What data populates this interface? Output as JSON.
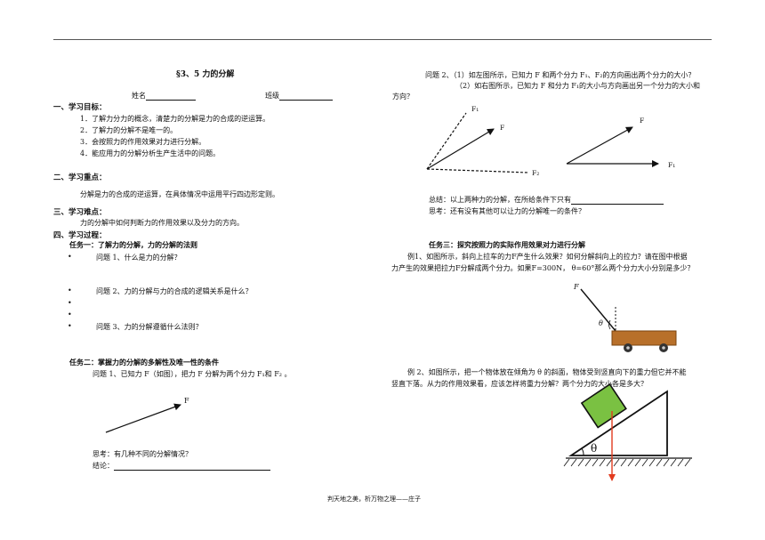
{
  "title": "§3、5 力的分解",
  "fields": {
    "name_label": "姓名",
    "class_label": "班级"
  },
  "left": {
    "s1_title": "一、学习目标：",
    "s1_items": [
      "1．了解力分力的概念，清楚力的分解是力的合成的逆运算。",
      "2．了解力的分解不是唯一的。",
      "3．会按照力的作用效果对力进行分解。",
      "4．能应用力的分解分析生产生活中的问题。"
    ],
    "s2_title": "二、学习重点：",
    "s2_text": "分解是力的合成的逆运算，在具体情况中运用平行四边形定则。",
    "s3_title": "三、学习难点：",
    "s3_text": "力的分解中如何判断力的作用效果以及分力的方向。",
    "s4_title": "四、学习过程：",
    "task1_title": "任务一：了解力的分解，力的分解的法则",
    "task1_q1": "问题 1、什么是力的分解？",
    "task1_q2": "问题 2、力的分解与力的合成的逻辑关系是什么？",
    "task1_q3": "问题 3、力的分解遵循什么法则？",
    "bullet": "•",
    "task2_title": "任务二：掌握力的分解的多解性及唯一性的条件",
    "task2_q1": "问题 1、已知力 F（如图），把力 F 分解为两个分力 F₁和 F₂ 。",
    "fig_F": "F",
    "think": "思考：有几种不同的分解情况？",
    "conclusion": "结论："
  },
  "right": {
    "q2_line1": "问题 2、（1）如左图所示，已知力 F 和两个分力 F₁、F₂的方向画出两个分力的大小？",
    "q2_line2": "（2）如右图所示，已知力 F 和分力 F₁的大小与方向画出另一个分力的大小和",
    "q2_line3": "方向？",
    "fig1": {
      "F1": "F₁",
      "F": "F",
      "F2": "F₂"
    },
    "fig2": {
      "F": "F",
      "F1": "F₁"
    },
    "summary": "总结：以上两种力的分解，在所给条件下只有",
    "think2": "思考：还有没有其他可以让力的分解唯一的条件？",
    "task3_title": "任务三：探究按照力的实际作用效果对力进行分解",
    "ex1_line1": "例1、如图所示，斜向上拉车的力F产生什么效果？如何分解斜向上的拉力？请在图中根据",
    "ex1_line2": "力产生的效果把拉力F分解成两个分力。如果F=300N， θ=60°那么两个分力大小分别是多少？",
    "cart": {
      "F": "F",
      "theta": "θ"
    },
    "ex2_line1": "例 2、如图所示，把一个物体放在倾角为 θ 的斜面，物体受到竖直向下的重力但它并不能",
    "ex2_line2": "竖直下落。从力的作用效果看，应该怎样将重力分解？两个分力的大小各是多大？",
    "incline": {
      "theta": "θ"
    }
  },
  "footer": "判天地之美，析万物之理——庄子",
  "colors": {
    "block": "#7ac142",
    "arrow": "#e23b1e",
    "cart_body": "#b8702a",
    "wheel": "#333333"
  }
}
